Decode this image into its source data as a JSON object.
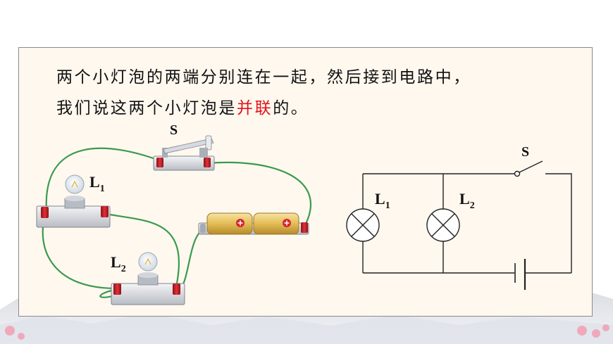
{
  "text": {
    "line1": "两个小灯泡的两端分别连在一起，然后接到电路中，",
    "line2_before": "我们说这两个小灯泡是",
    "line2_highlight": "并联",
    "line2_after": "的。"
  },
  "labels": {
    "switch": "S",
    "lamp_letter": "L",
    "lamp1_sub": "1",
    "lamp2_sub": "2",
    "schematic_switch": "S",
    "schematic_lamp1_sub": "1",
    "schematic_lamp2_sub": "2"
  },
  "colors": {
    "wire": "#3a9a4e",
    "highlight": "#e0141c",
    "terminal": "#c8202a",
    "battery": "#e8c76a"
  }
}
